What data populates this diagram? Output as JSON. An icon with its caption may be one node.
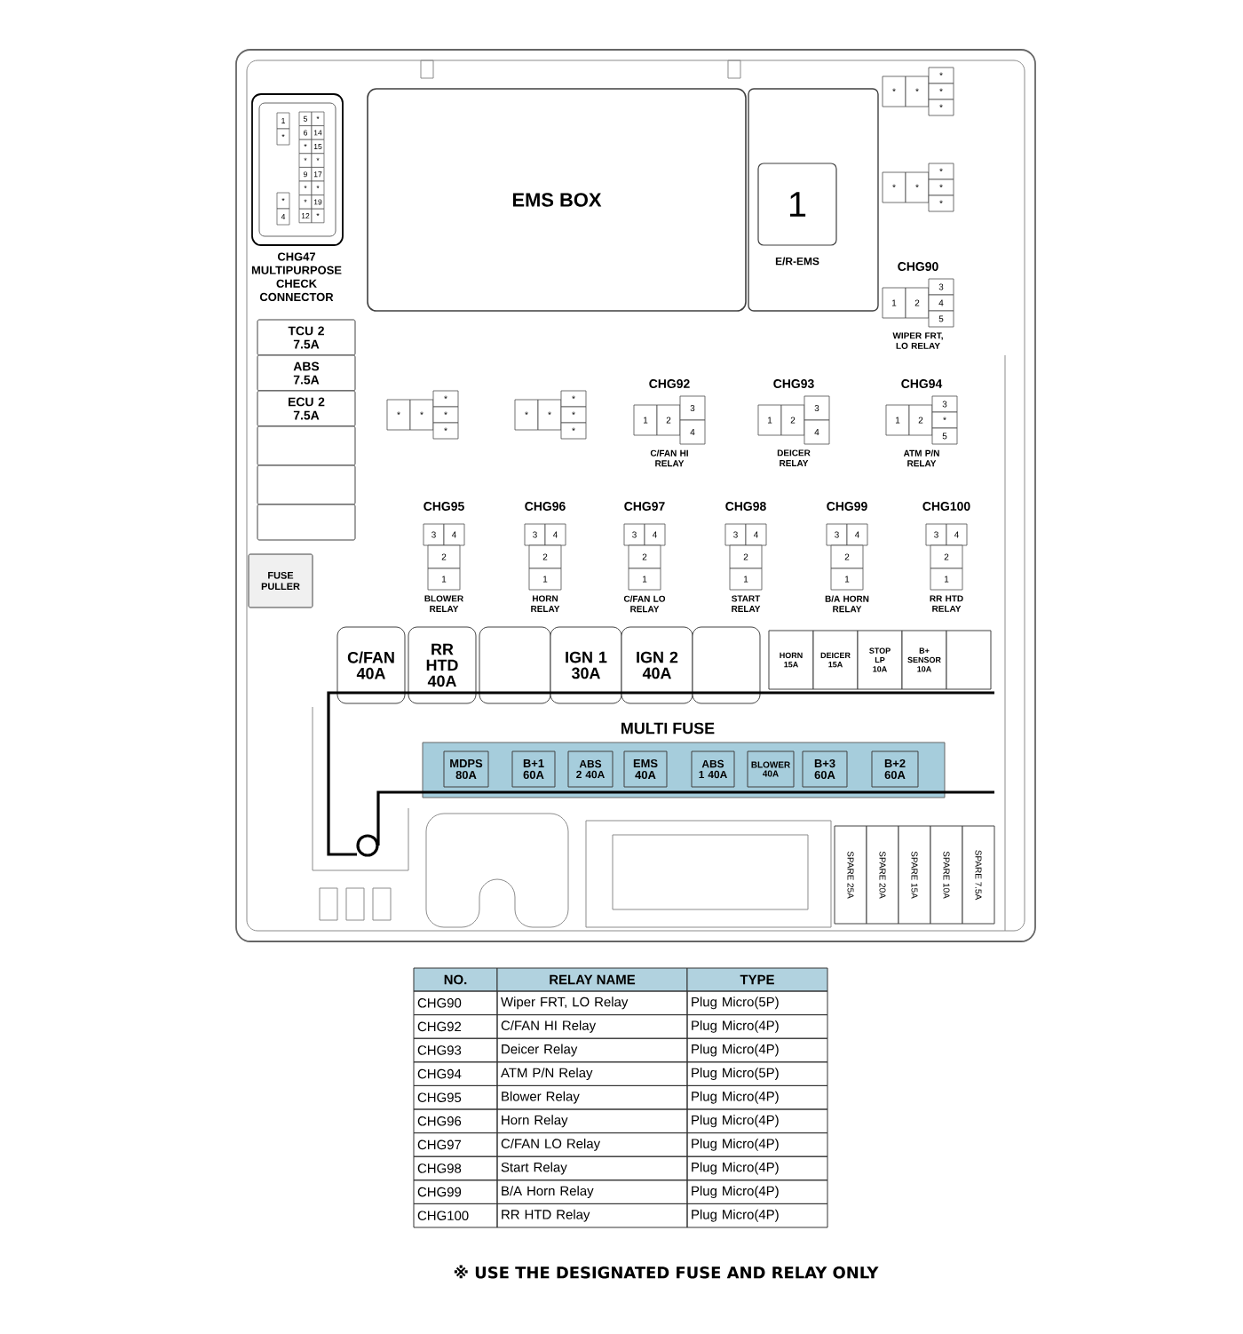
{
  "diagram": {
    "caption": "※ USE THE DESIGNATED FUSE AND RELAY ONLY",
    "nodes": [
      {
        "text": [
          "1",
          "*",
          "*",
          "4",
          "5",
          "*",
          "6",
          "14",
          "*",
          "15",
          "*",
          "*",
          "9",
          "17",
          "*",
          "*",
          "*",
          "19",
          "12",
          "*",
          "CHG47 MULTIPURPOSE CHECK CONNECTOR"
        ]
      },
      {
        "text": [
          "EMS BOX"
        ]
      },
      {
        "text": [
          "1",
          "E/R-EMS"
        ]
      },
      {
        "text": [
          "*",
          "*",
          "*",
          "*",
          "*"
        ]
      },
      {
        "text": [
          "*",
          "*",
          "*",
          "*",
          "*"
        ]
      },
      {
        "text": [
          "CHG90",
          "1",
          "2",
          "3",
          "4",
          "5",
          "WIPER FRT, LO RELAY"
        ]
      },
      {
        "text": [
          "TCU 2 7.5A"
        ]
      },
      {
        "text": [
          "ABS 7.5A"
        ]
      },
      {
        "text": [
          "ECU 2 7.5A"
        ]
      },
      {
        "text": [],
        "shape": "box"
      },
      {
        "text": [],
        "shape": "box"
      },
      {
        "text": [],
        "shape": "box"
      },
      {
        "text": [
          "*",
          "*",
          "*",
          "*",
          "*"
        ]
      },
      {
        "text": [
          "*",
          "*",
          "*",
          "*",
          "*"
        ]
      },
      {
        "text": [
          "CHG92",
          "1",
          "2",
          "3",
          "4",
          "C/FAN HI RELAY"
        ]
      },
      {
        "text": [
          "CHG93",
          "1",
          "2",
          "3",
          "4",
          "DEICER RELAY"
        ]
      },
      {
        "text": [
          "CHG94",
          "1",
          "2",
          "3",
          "*",
          "5",
          "ATM P/N RELAY"
        ]
      },
      {
        "text": [
          "CHG95",
          "3",
          "4",
          "2",
          "1",
          "BLOWER RELAY"
        ]
      },
      {
        "text": [
          "CHG96",
          "3",
          "4",
          "2",
          "1",
          "HORN RELAY"
        ]
      },
      {
        "text": [
          "CHG97",
          "3",
          "4",
          "2",
          "1",
          "C/FAN LO RELAY"
        ]
      },
      {
        "text": [
          "CHG98",
          "3",
          "4",
          "2",
          "1",
          "START RELAY"
        ]
      },
      {
        "text": [
          "CHG99",
          "3",
          "4",
          "2",
          "1",
          "B/A HORN RELAY"
        ]
      },
      {
        "text": [
          "CHG100",
          "3",
          "4",
          "2",
          "1",
          "RR HTD RELAY"
        ]
      },
      {
        "text": [
          "FUSE PULLER"
        ]
      },
      {
        "text": [
          "C/FAN 40A"
        ]
      },
      {
        "text": [
          "RR HTD 40A"
        ]
      },
      {
        "text": [],
        "shape": "box"
      },
      {
        "text": [
          "IGN 1 30A"
        ]
      },
      {
        "text": [
          "IGN 2 40A"
        ]
      },
      {
        "text": [],
        "shape": "box"
      },
      {
        "text": [
          "HORN 15A"
        ]
      },
      {
        "text": [
          "DEICER 15A"
        ]
      },
      {
        "text": [
          "STOP LP 10A"
        ]
      },
      {
        "text": [
          "B+ SENSOR 10A"
        ]
      },
      {
        "text": [],
        "shape": "box"
      },
      {
        "text": [
          "MULTI FUSE"
        ]
      },
      {
        "text": [
          "MDPS 80A"
        ],
        "in": 35
      },
      {
        "text": [
          "B+1 60A"
        ],
        "in": 35
      },
      {
        "text": [
          "ABS 2 40A"
        ],
        "in": 35
      },
      {
        "text": [
          "EMS 40A"
        ],
        "in": 35
      },
      {
        "text": [
          "ABS 1 40A"
        ],
        "in": 35
      },
      {
        "text": [
          "BLOWER 40A"
        ],
        "in": 35
      },
      {
        "text": [
          "B+3 60A"
        ],
        "in": 35
      },
      {
        "text": [
          "B+2 60A"
        ],
        "in": 35
      },
      {
        "text": [
          "SPARE 25A"
        ]
      },
      {
        "text": [
          "SPARE 20A"
        ]
      },
      {
        "text": [
          "SPARE 15A"
        ]
      },
      {
        "text": [
          "SPARE 10A"
        ]
      },
      {
        "text": [
          "SPARE 7.5A"
        ]
      }
    ],
    "labels": [
      "NO.",
      "RELAY NAME",
      "TYPE",
      "CHG90",
      "Wiper FRT, LO Relay",
      "Plug Micro(5P)",
      "CHG92",
      "C/FAN HI Relay",
      "Plug Micro(4P)",
      "CHG93",
      "Deicer Relay",
      "Plug Micro(4P)",
      "CHG94",
      "ATM P/N Relay",
      "Plug Micro(5P)",
      "CHG95",
      "Blower Relay",
      "Plug Micro(4P)",
      "CHG96",
      "Horn Relay",
      "Plug Micro(4P)",
      "CHG97",
      "C/FAN LO Relay",
      "Plug Micro(4P)",
      "CHG98",
      "Start Relay",
      "Plug Micro(4P)",
      "CHG99",
      "B/A Horn Relay",
      "Plug Micro(4P)",
      "CHG100",
      "RR HTD Relay",
      "Plug Micro(4P)"
    ]
  }
}
